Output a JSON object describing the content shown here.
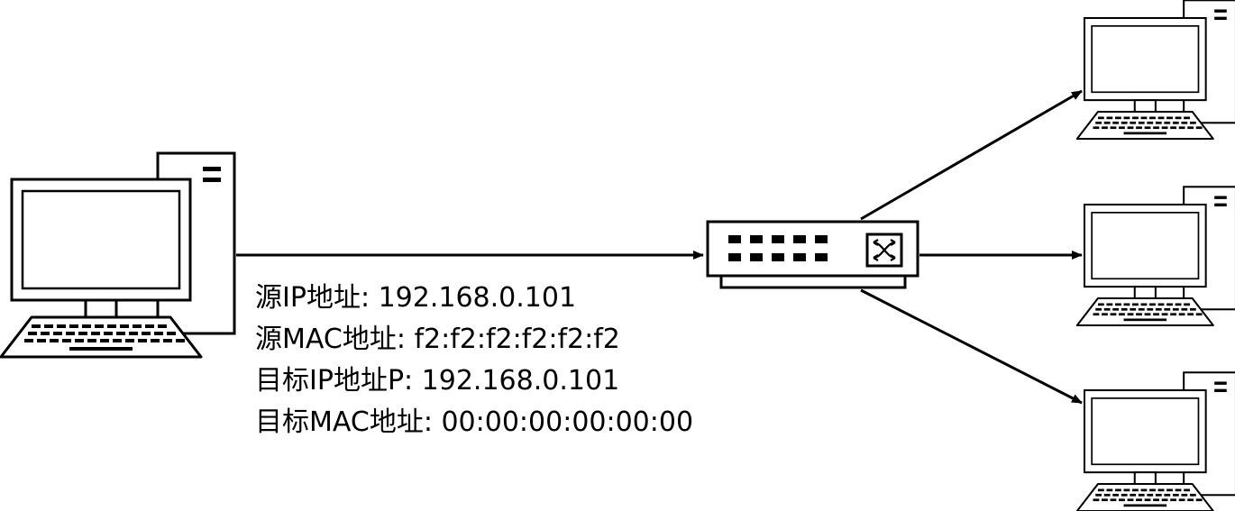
{
  "packet_info": [
    "源IP地址: 192.168.0.101",
    "源MAC地址: f2:f2:f2:f2:f2:f2",
    "目标IP地址P: 192.168.0.101",
    "目标MAC地址: 00:00:00:00:00:00"
  ],
  "colors": {
    "stroke": "#000000",
    "fill": "#ffffff"
  },
  "icons": {
    "source": "desktop-computer-icon",
    "switch": "network-switch-icon",
    "destinations": [
      "desktop-computer-icon",
      "desktop-computer-icon",
      "desktop-computer-icon"
    ]
  }
}
